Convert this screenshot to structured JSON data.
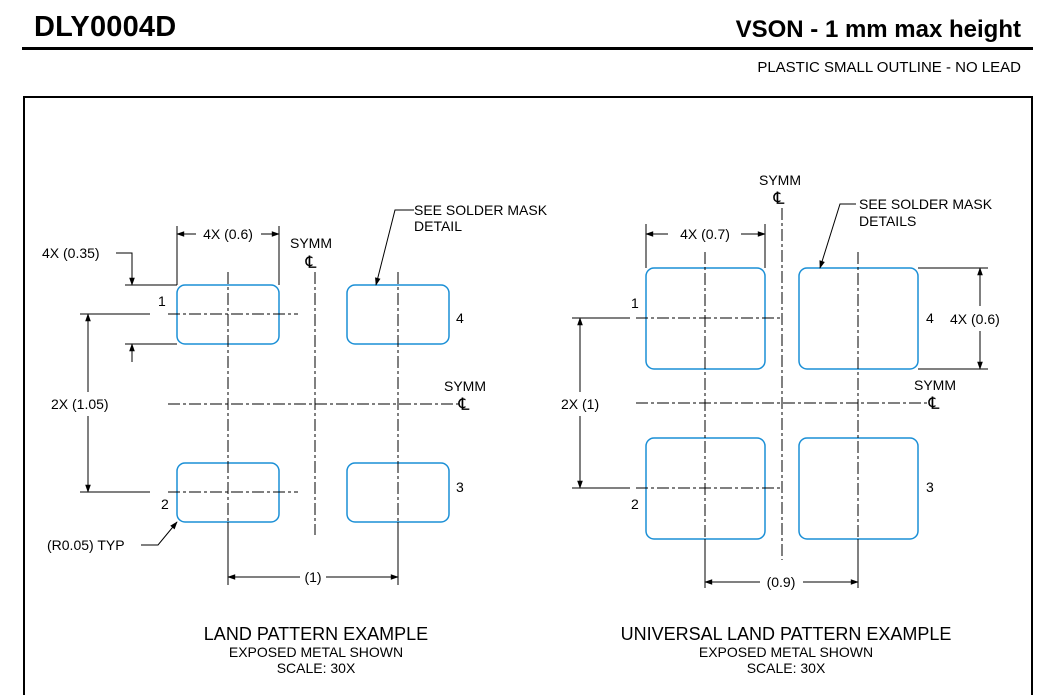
{
  "header": {
    "title": "DLY0004D",
    "package": "VSON - 1 mm max height",
    "subtitle": "PLASTIC SMALL OUTLINE - NO LEAD"
  },
  "colors": {
    "pad": "#1a8fd6",
    "line": "#000000",
    "background": "#ffffff"
  },
  "land_pattern": {
    "title": "LAND PATTERN EXAMPLE",
    "subtitle": "EXPOSED METAL SHOWN",
    "scale": "SCALE: 30X",
    "dim_pad_length": "4X (0.6)",
    "dim_pad_width": "4X (0.35)",
    "dim_row_pitch": "2X (1.05)",
    "dim_col_pitch": "(1)",
    "radius_note": "(R0.05) TYP",
    "solder_mask_note": [
      "SEE SOLDER MASK",
      "DETAIL"
    ],
    "symm": "SYMM",
    "centerline": "℄",
    "pins": [
      "1",
      "2",
      "3",
      "4"
    ]
  },
  "universal_pattern": {
    "title": "UNIVERSAL LAND PATTERN EXAMPLE",
    "subtitle": "EXPOSED METAL SHOWN",
    "scale": "SCALE: 30X",
    "dim_pad_length": "4X (0.7)",
    "dim_pad_width": "4X (0.6)",
    "dim_row_pitch": "2X (1)",
    "dim_col_pitch": "(0.9)",
    "solder_mask_note": [
      "SEE SOLDER MASK",
      "DETAILS"
    ],
    "symm": "SYMM",
    "centerline": "℄",
    "pins": [
      "1",
      "2",
      "3",
      "4"
    ]
  }
}
